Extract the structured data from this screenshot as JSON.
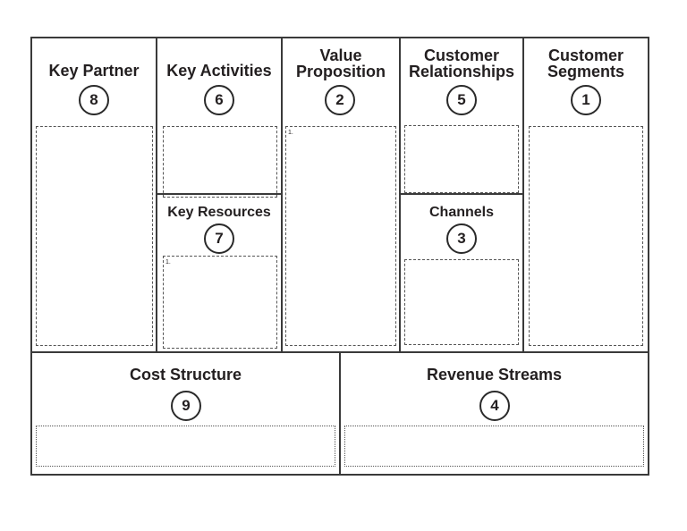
{
  "blocks": {
    "key_partner": {
      "title": "Key Partner",
      "number": "8"
    },
    "key_activities": {
      "title": "Key Activities",
      "number": "6"
    },
    "value_proposition": {
      "title_line1": "Value",
      "title_line2": "Proposition",
      "number": "2",
      "note": "1."
    },
    "customer_relationships": {
      "title_line1": "Customer",
      "title_line2": "Relationships",
      "number": "5"
    },
    "customer_segments": {
      "title_line1": "Customer",
      "title_line2": "Segments",
      "number": "1"
    },
    "key_resources": {
      "title": "Key Resources",
      "number": "7",
      "note": "1."
    },
    "channels": {
      "title": "Channels",
      "number": "3"
    },
    "cost_structure": {
      "title": "Cost Structure",
      "number": "9"
    },
    "revenue_streams": {
      "title": "Revenue Streams",
      "number": "4"
    }
  },
  "colors": {
    "border": "#3a3a3a",
    "text": "#231f20",
    "background": "#ffffff"
  }
}
